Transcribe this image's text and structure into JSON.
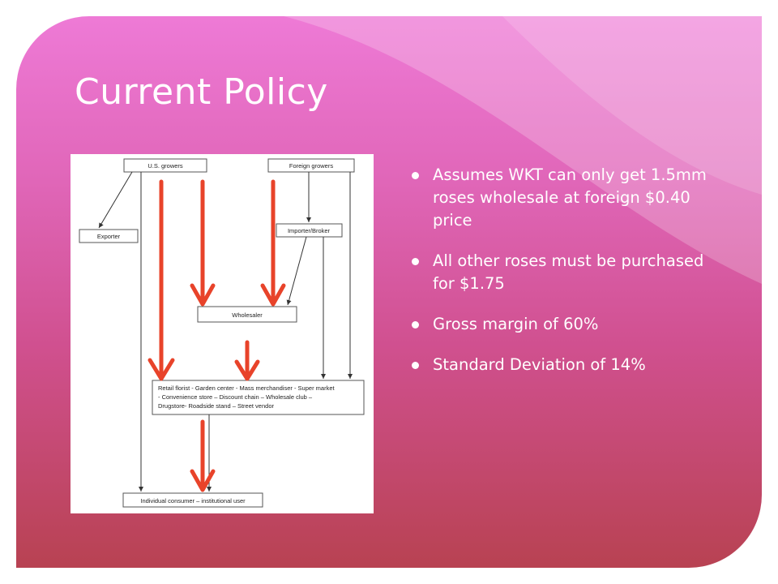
{
  "slide": {
    "title": "Current Policy",
    "bullets": [
      "Assumes WKT can only get 1.5mm roses wholesale at foreign $0.40 price",
      "All other roses must be purchased for $1.75",
      "Gross margin of 60%",
      "Standard Deviation of 14%"
    ]
  },
  "diagram": {
    "nodes": {
      "us_growers": "U.S. growers",
      "foreign_growers": "Foreign growers",
      "exporter": "Exporter",
      "importer_broker": "Importer/Broker",
      "wholesaler": "Wholesaler",
      "retail_line1": "Retail florist - Garden center - Mass merchandiser - Super market",
      "retail_line2": "- Convenience store – Discount chain – Wholesale club –",
      "retail_line3": "Drugstore- Roadside stand – Street vendor",
      "consumer": "Individual consumer – institutional user"
    }
  },
  "colors": {
    "arrow_red": "#e8432a",
    "title_white": "#ffffff"
  }
}
